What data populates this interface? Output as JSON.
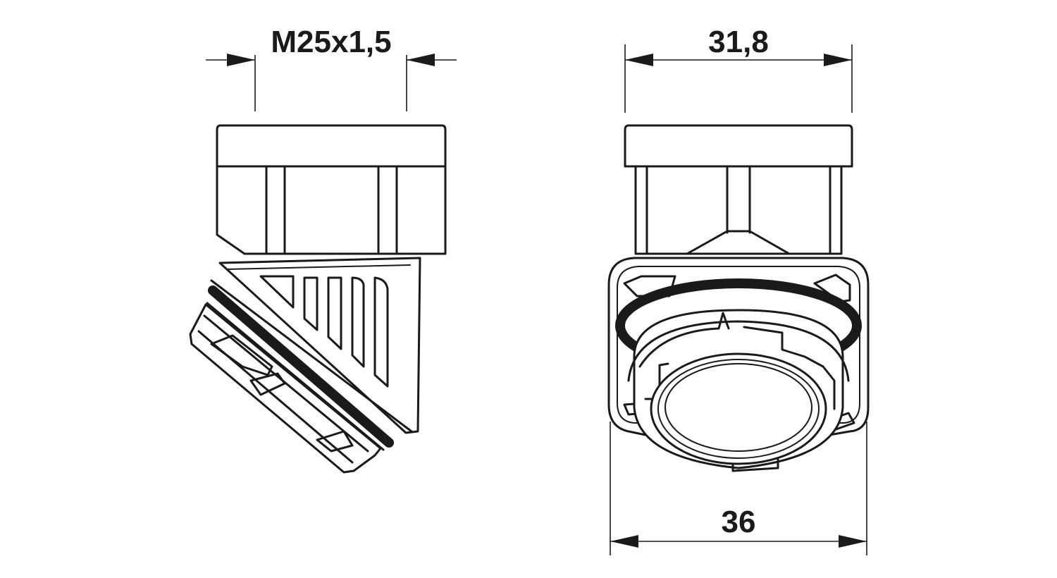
{
  "dimensions": {
    "thread": "M25x1,5",
    "width_across_flats": "31,8",
    "overall_width": "36"
  },
  "colors": {
    "line": "#1a1a1a",
    "background": "#ffffff"
  }
}
